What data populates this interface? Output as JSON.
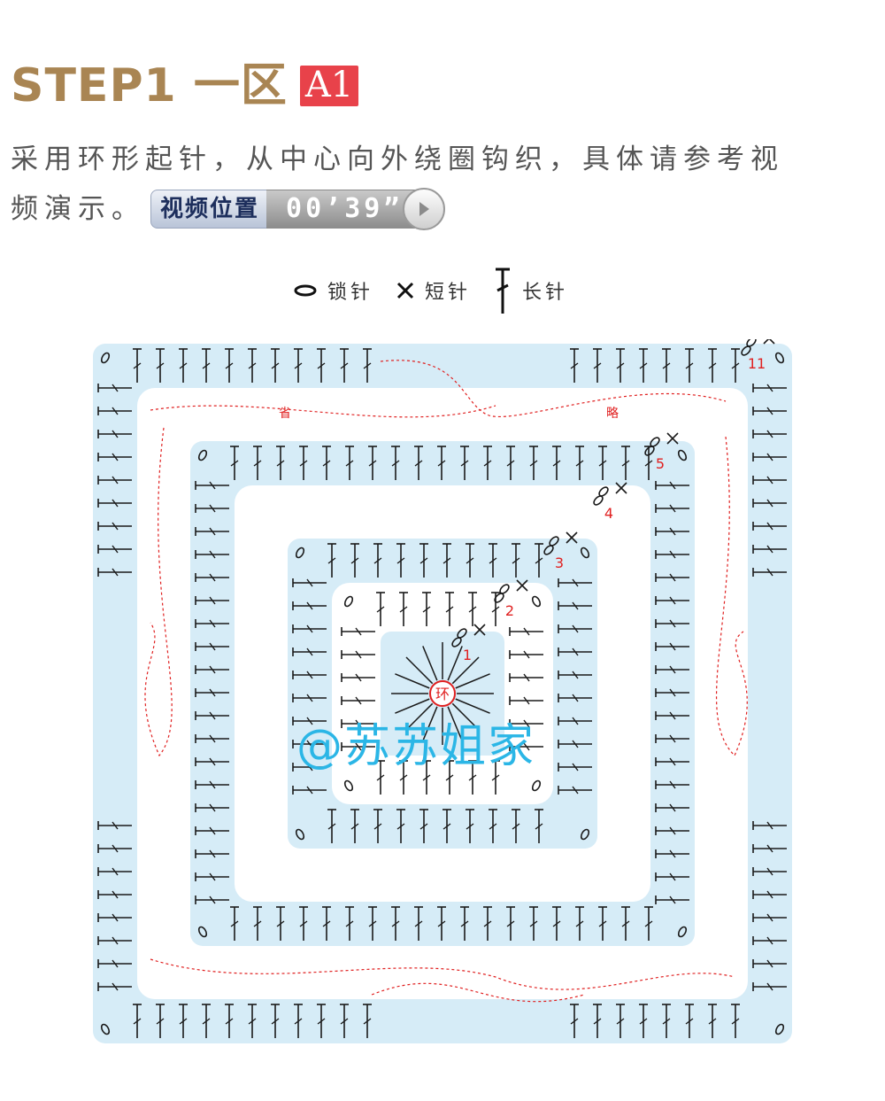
{
  "header": {
    "step": "STEP1 一区",
    "badge": "A1"
  },
  "description": {
    "line1": "采用环形起针，从中心向外绕圈钩织，具体请参考视",
    "line2": "频演示。"
  },
  "video": {
    "label": "视频位置",
    "time": "00’39”",
    "play_icon": "play-icon"
  },
  "legend": {
    "items": [
      {
        "label": "锁针",
        "icon": "chain-stitch-icon"
      },
      {
        "label": "短针",
        "icon": "single-crochet-icon"
      },
      {
        "label": "长针",
        "icon": "double-crochet-icon"
      }
    ]
  },
  "diagram": {
    "center_label": "环",
    "round_labels": [
      "1",
      "2",
      "3",
      "4",
      "5",
      "11"
    ],
    "omitted_label_left": "省",
    "omitted_label_right": "略",
    "colors": {
      "band": "#d6ecf7",
      "stitch": "#1a1a1a",
      "round_number": "#e02020",
      "dashed": "#e02020"
    }
  },
  "watermark": "@苏苏姐家"
}
